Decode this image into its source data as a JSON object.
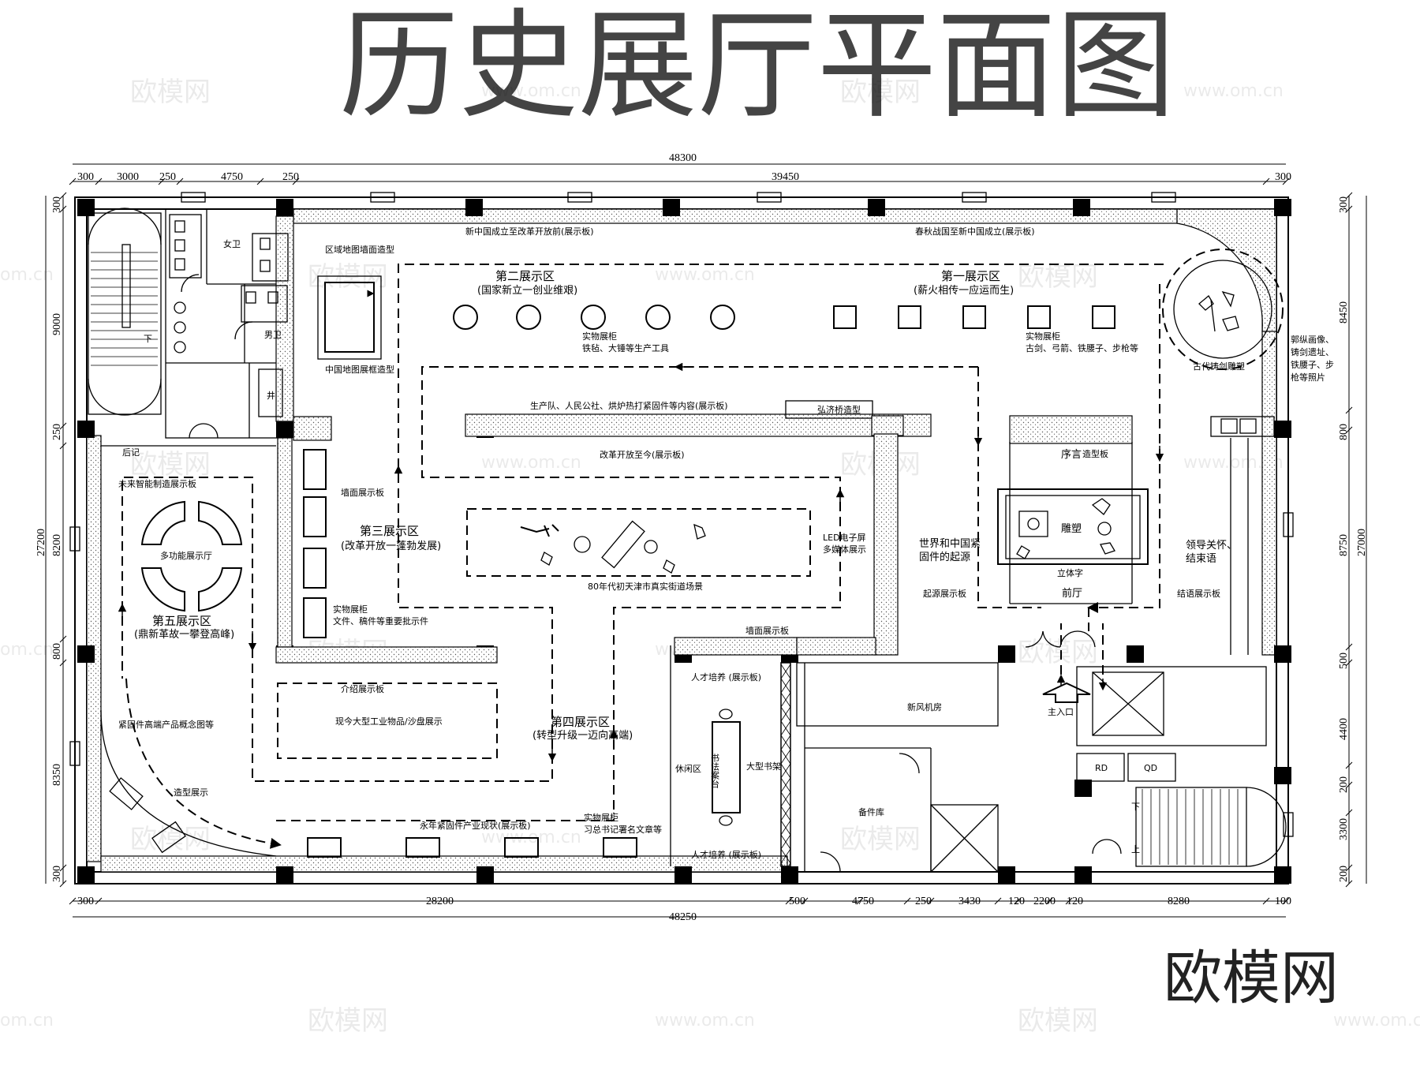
{
  "title": "历史展厅平面图",
  "brand": "欧模网",
  "watermarks": {
    "cn": "欧模网",
    "url": "www.om.cn",
    "url_partial": "om.cn"
  },
  "dimensions": {
    "top_total": "48300",
    "top_segments": [
      "300",
      "3000",
      "250",
      "4750",
      "250",
      "39450",
      "300"
    ],
    "bottom_total": "48250",
    "bottom_segments": [
      "300",
      "28200",
      "500",
      "4750",
      "250",
      "3430",
      "120",
      "2200",
      "120",
      "8280",
      "100"
    ],
    "left_total": "27200",
    "left_segments": [
      "300",
      "9000",
      "250",
      "8200",
      "800",
      "8350",
      "300"
    ],
    "right_total": "27000",
    "right_segments": [
      "300",
      "8450",
      "800",
      "8750",
      "500",
      "4400",
      "200",
      "3300",
      "200"
    ]
  },
  "zones": [
    {
      "name": "第一展示区",
      "sub": "(薪火相传一应运而生)"
    },
    {
      "name": "第二展示区",
      "sub": "(国家新立一创业维艰)"
    },
    {
      "name": "第三展示区",
      "sub": "(改革开放一蓬勃发展)"
    },
    {
      "name": "第四展示区",
      "sub": "(转型升级一迈向高端)"
    },
    {
      "name": "第五展示区",
      "sub": "(鼎新革故一攀登高峰)"
    }
  ],
  "labels": {
    "panel_top_left": "新中国成立至改革开放前(展示板)",
    "panel_top_right": "春秋战国至新中国成立(展示板)",
    "map_wall": "区域地图墙面造型",
    "map_frame": "中国地图展框造型",
    "cab2_title": "实物展柜",
    "cab2_items": "铁毡、大锤等生产工具",
    "cab1_title": "实物展柜",
    "cab1_items": "古剑、弓箭、铁腰子、步枪等",
    "sculpture": "古代铸剑雕塑",
    "photos": [
      "郭纵画像、",
      "铸剑遗址、",
      "铁腰子、步",
      "枪等照片"
    ],
    "panel_mid": "生产队、人民公社、烘炉热打紧固件等内容(展示板)",
    "bridge": "弘济桥造型",
    "reform": "改革开放至今(展示板)",
    "preface": "序言",
    "preface_sub": "造型板",
    "sculpt": "雕塑",
    "solid_text": "立体字",
    "foyer": "前厅",
    "leaders": [
      "领导关怀、",
      "结束语"
    ],
    "ending_panel": "结语展示板",
    "origin": [
      "世界和中国紧",
      "固件的起源"
    ],
    "origin_panel": "起源展示板",
    "led": [
      "LED电子屏",
      "多媒体展示"
    ],
    "wall_panel": "墙面展示板",
    "wall_panel_2": "墙面展示板",
    "street": "80年代初天津市真实街道场景",
    "cab3_title": "实物展柜",
    "cab3_items": "文件、稿件等重要批示件",
    "intro": "介绍展示板",
    "sandbox": "现今大型工业物品/沙盘展示",
    "cab4_title": "实物展柜",
    "cab4_items": "习总书记署名文章等",
    "industry": "永年紧固件产业现状(展示板)",
    "talent_top": "人才培养 (展示板)",
    "talent_bottom": "人才培养 (展示板)",
    "leisure": "休闲区",
    "calligraphy": "书法案台",
    "bookshelf": "大型书架",
    "fresh_air": "新风机房",
    "storage": "备件库",
    "entrance": "主入口",
    "rd": "RD",
    "qd": "QD",
    "afterword": "后记",
    "future": "未来智能制造展示板",
    "multi_hall": "多功能展示厅",
    "concept": "紧固件高端产品概念图等",
    "model_show": "造型展示",
    "women": "女卫",
    "men": "男卫",
    "shaft": "井",
    "down": "下",
    "up": "上",
    "down2": "下"
  }
}
